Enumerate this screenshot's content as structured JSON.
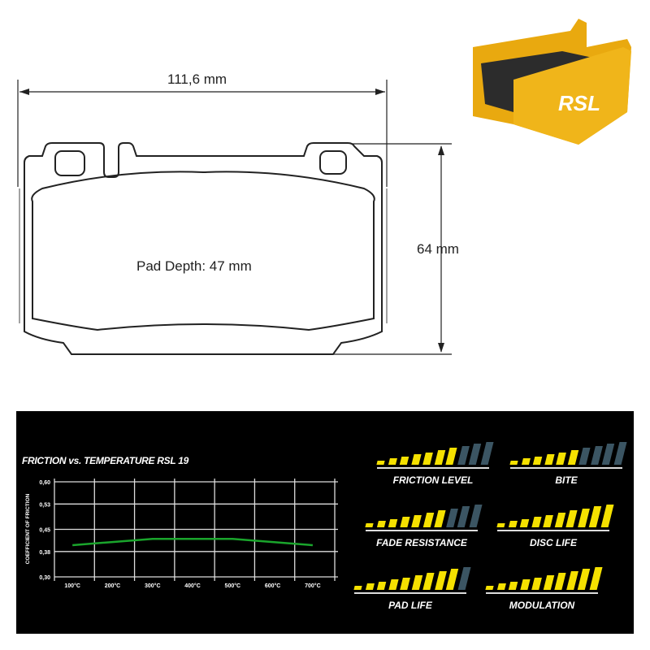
{
  "drawing": {
    "width_label": "111,6 mm",
    "height_label": "64 mm",
    "depth_label": "Pad Depth: 47 mm"
  },
  "product_image": {
    "logo": "RSL"
  },
  "colors": {
    "accent": "#f5e100",
    "inactive": "#3b5563",
    "line": "#1aa52c",
    "panel": "#000000"
  },
  "chart_data": {
    "type": "line",
    "title": "FRICTION vs. TEMPERATURE RSL 19",
    "xlabel": "",
    "ylabel": "COEFFICIENT OF FRICTION",
    "categories": [
      "100°C",
      "200°C",
      "300°C",
      "400°C",
      "500°C",
      "600°C",
      "700°C"
    ],
    "yticks": [
      "0,60",
      "0,53",
      "0,45",
      "0,38",
      "0,30"
    ],
    "ytick_values": [
      0.6,
      0.53,
      0.45,
      0.38,
      0.3
    ],
    "ylim": [
      0.3,
      0.6
    ],
    "grid": true,
    "series": [
      {
        "name": "RSL 19",
        "values": [
          0.4,
          0.41,
          0.42,
          0.42,
          0.42,
          0.41,
          0.4
        ]
      }
    ]
  },
  "ratings": [
    {
      "label": "FRICTION LEVEL",
      "value": 7,
      "max": 10
    },
    {
      "label": "BITE",
      "value": 6,
      "max": 10
    },
    {
      "label": "FADE RESISTANCE",
      "value": 7,
      "max": 10
    },
    {
      "label": "DISC LIFE",
      "value": 10,
      "max": 10
    },
    {
      "label": "PAD LIFE",
      "value": 9,
      "max": 10
    },
    {
      "label": "MODULATION",
      "value": 10,
      "max": 10
    }
  ]
}
